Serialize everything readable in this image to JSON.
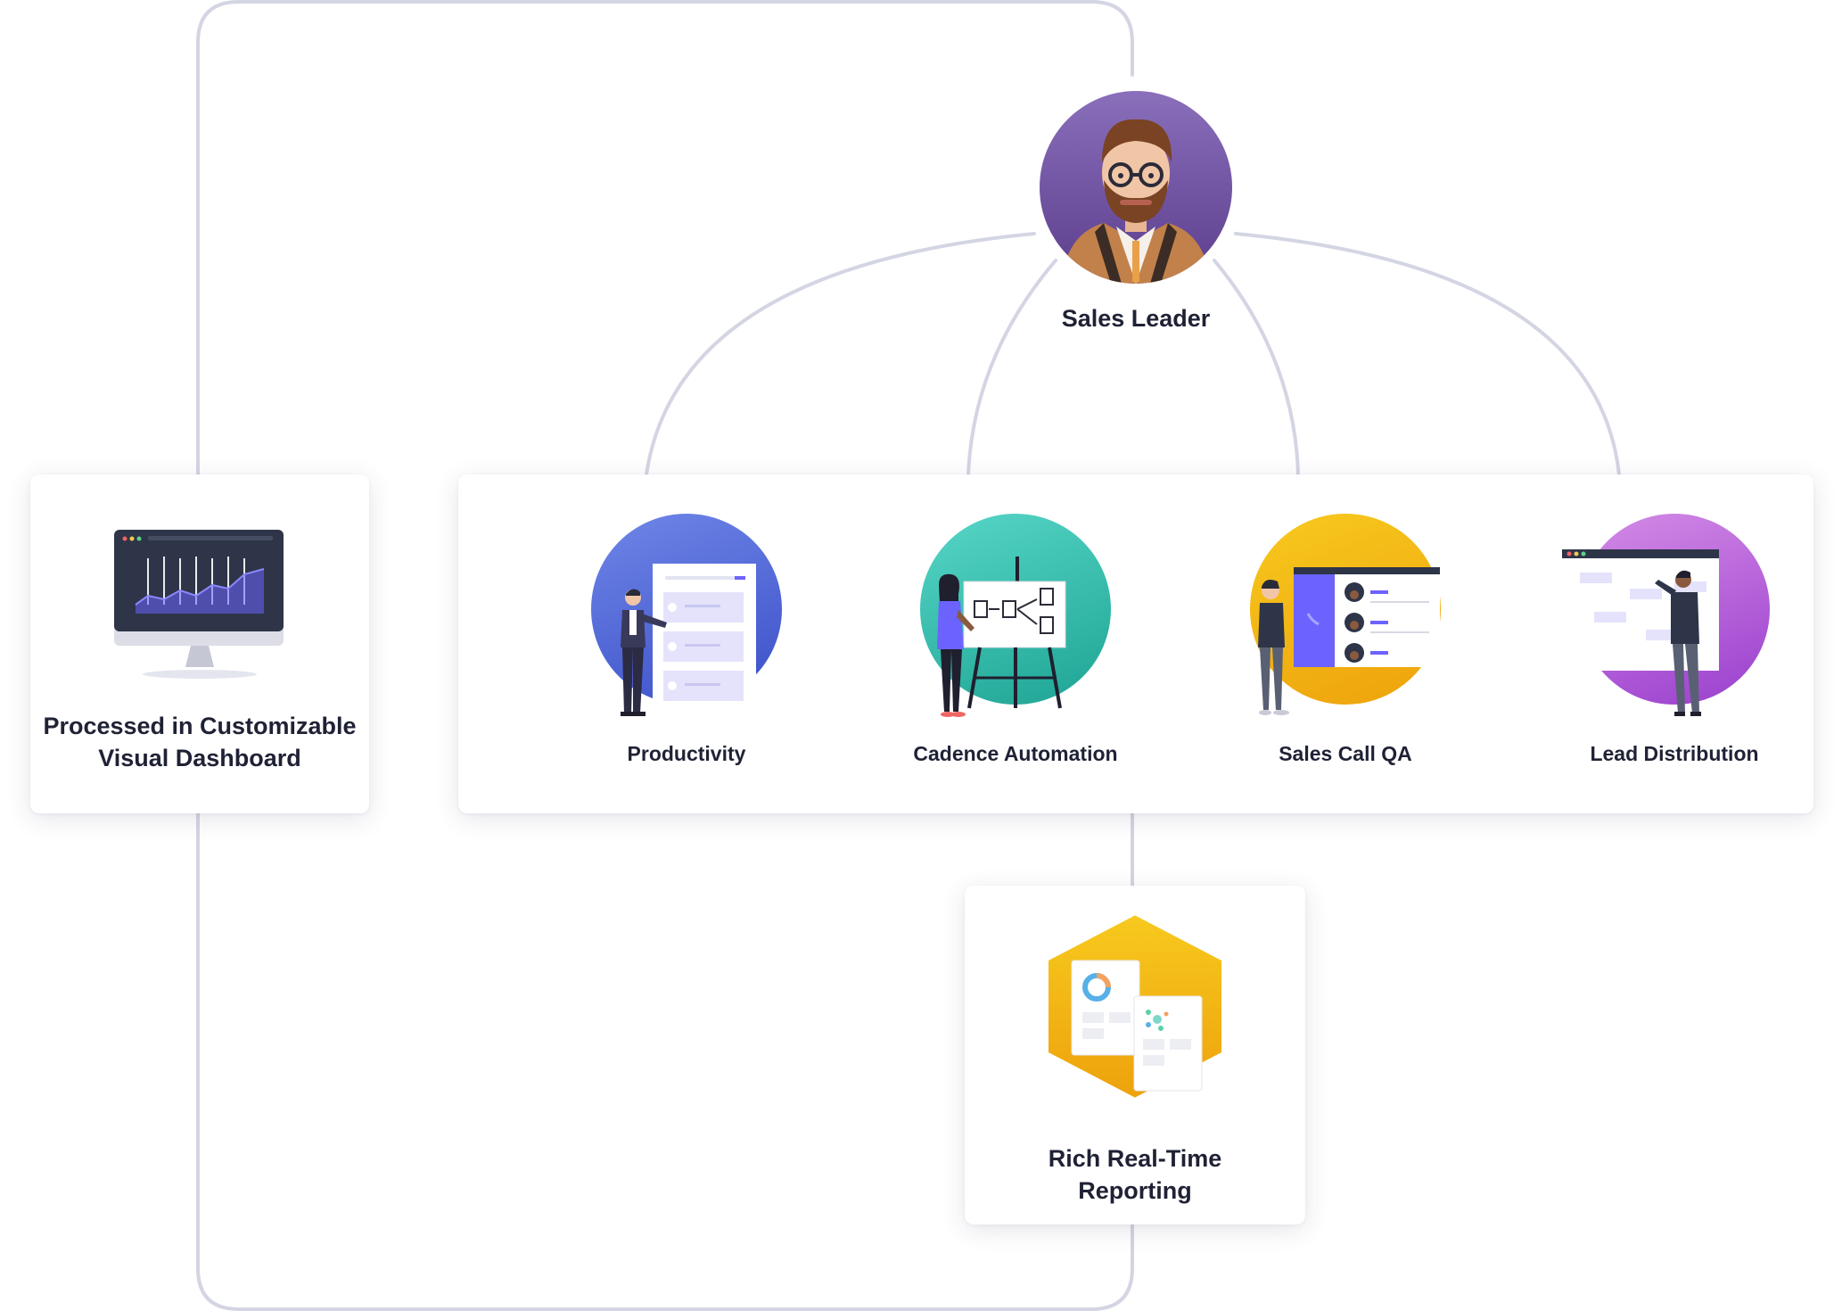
{
  "title": "",
  "nodes": {
    "leader": {
      "label": "Sales Leader"
    },
    "dashboard": {
      "line1": "Processed in Customizable",
      "line2": "Visual Dashboard"
    },
    "features": [
      {
        "label": "Productivity"
      },
      {
        "label": "Cadence Automation"
      },
      {
        "label": "Sales Call QA"
      },
      {
        "label": "Lead Distribution"
      }
    ],
    "reporting": {
      "line1": "Rich Real-Time",
      "line2": "Reporting"
    }
  },
  "colors": {
    "connector": "#d4d5e3",
    "text": "#1f2235",
    "productivity": "#4f63d6",
    "cadence": "#2bb5a4",
    "call_qa": "#f2b614",
    "lead": "#b062d9",
    "leader": "#6d4ea3",
    "reporting": "#f2b614",
    "accent": "#6c63ff"
  }
}
